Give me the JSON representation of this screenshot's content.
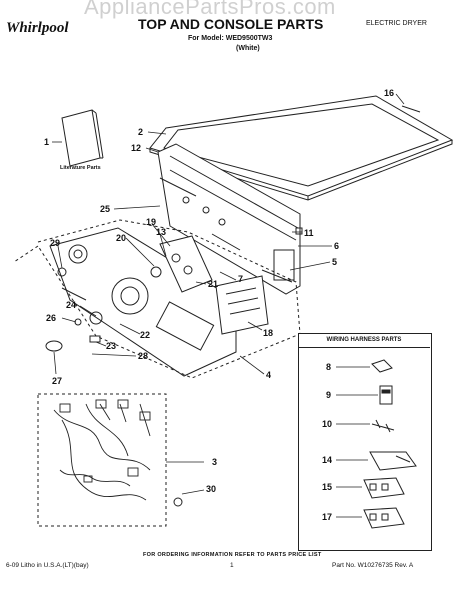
{
  "watermark": "AppliancePartsPros.com",
  "header": {
    "brand": "Whirlpool",
    "title": "TOP AND CONSOLE PARTS",
    "model_line": "For Model: WED9500TW3",
    "color_line": "(White)",
    "product_type": "ELECTRIC DRYER"
  },
  "literature_label": "Literature Parts",
  "callouts": [
    "1",
    "2",
    "12",
    "25",
    "19",
    "13",
    "20",
    "29",
    "11",
    "6",
    "5",
    "7",
    "21",
    "24",
    "26",
    "18",
    "22",
    "23",
    "28",
    "27",
    "4",
    "16",
    "3",
    "30",
    "8",
    "9",
    "10",
    "14",
    "15",
    "17"
  ],
  "wiring_harness": {
    "title": "WIRING HARNESS PARTS",
    "items": [
      "8",
      "9",
      "10",
      "14",
      "15",
      "17"
    ]
  },
  "footer": {
    "order_info": "FOR ORDERING INFORMATION REFER TO PARTS PRICE LIST",
    "litho": "6-09 Litho in U.S.A.(LT)(bay)",
    "page": "1",
    "part_no": "Part No. W10276735 Rev. A"
  },
  "colors": {
    "line": "#222222",
    "watermark": "#999999"
  }
}
